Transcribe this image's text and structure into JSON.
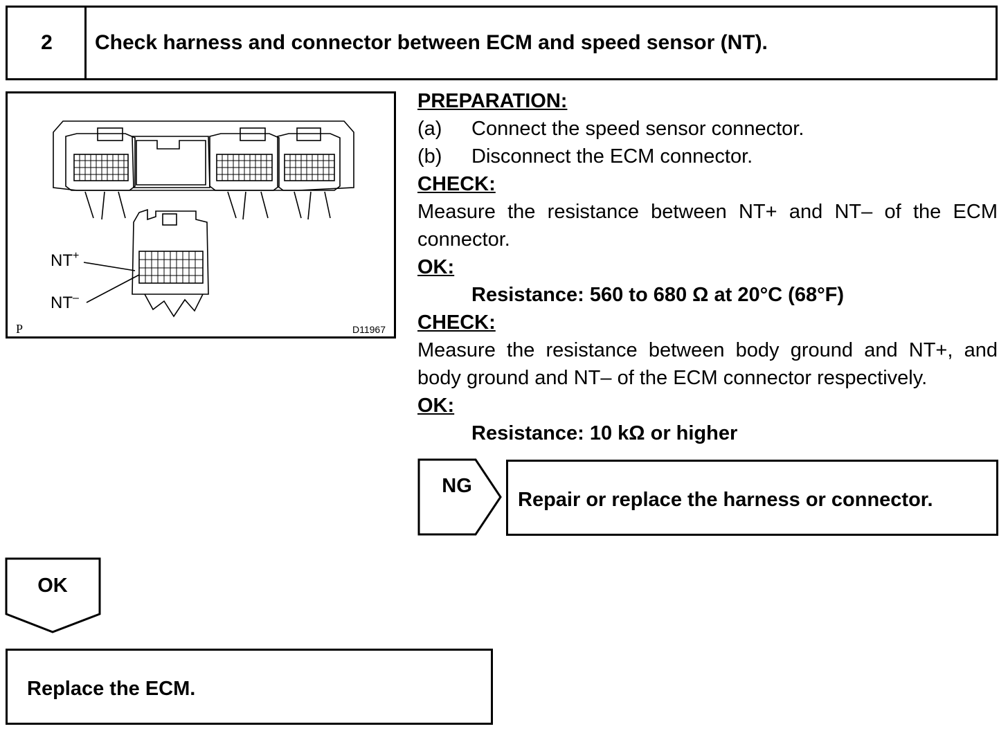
{
  "step": {
    "number": "2",
    "title": "Check harness and connector between ECM and speed sensor (NT)."
  },
  "figure": {
    "corner_code": "P",
    "figure_id": "D11967",
    "nt_plus_label": "NT",
    "nt_plus_sup": "+",
    "nt_minus_label": "NT",
    "nt_minus_sup": "–"
  },
  "preparation": {
    "heading": "PREPARATION:",
    "steps": [
      {
        "marker": "(a)",
        "text": "Connect the speed sensor connector."
      },
      {
        "marker": "(b)",
        "text": "Disconnect the ECM connector."
      }
    ]
  },
  "checks": [
    {
      "heading": "CHECK:",
      "text": "Measure the resistance between NT+ and NT– of the ECM connector.",
      "ok_heading": "OK:",
      "spec": "Resistance: 560 to 680 Ω at 20°C (68°F)"
    },
    {
      "heading": "CHECK:",
      "text": "Measure the resistance between body ground and NT+, and body ground and NT– of the ECM connector respectively.",
      "ok_heading": "OK:",
      "spec": "Resistance: 10 kΩ or higher"
    }
  ],
  "ng_branch": {
    "label": "NG",
    "action": "Repair or replace the harness or connector."
  },
  "ok_branch": {
    "label": "OK",
    "action": "Replace the ECM."
  }
}
